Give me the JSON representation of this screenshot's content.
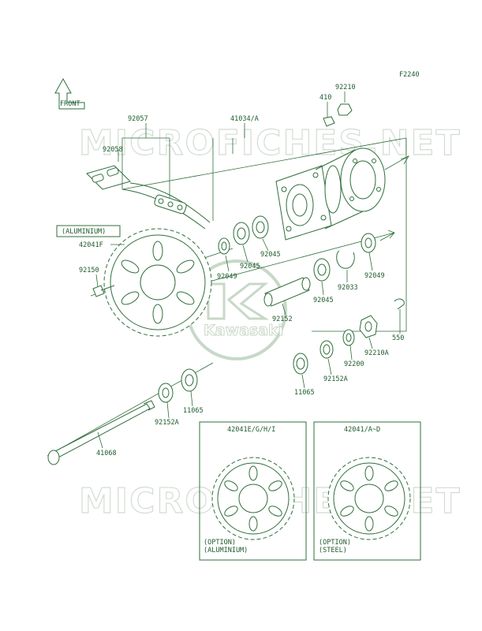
{
  "diagram": {
    "figure_code": "F2240",
    "front_label": "FRONT",
    "watermark_text": "MICROFICHES.NET",
    "logo_text": "Kawasaki",
    "colors": {
      "line": "#2f6f3b",
      "text": "#1e5b2c",
      "watermark": "#d3dcd3"
    },
    "labels": {
      "p92057": "92057",
      "p92058": "92058",
      "p41034": "41034/A",
      "p410": "410",
      "p92210": "92210",
      "aluminium_note": "(ALUMINIUM)",
      "p42041F": "42041F",
      "p92150": "92150",
      "p92045_a": "92045",
      "p92049_a": "92049",
      "p92045_b": "92045",
      "p92033": "92033",
      "p92049_b": "92049",
      "p92045_c": "92045",
      "p92152": "92152",
      "p550": "550",
      "p92210A": "92210A",
      "p92200": "92200",
      "p92152A_r": "92152A",
      "p11065_r": "11065",
      "p11065_l": "11065",
      "p92152A_l": "92152A",
      "p41068": "41068"
    },
    "options": {
      "left": {
        "part": "42041E/G/H/I",
        "note1": "(OPTION)",
        "note2": "(ALUMINIUM)"
      },
      "right": {
        "part": "42041/A~D",
        "note1": "(OPTION)",
        "note2": "(STEEL)"
      }
    }
  }
}
